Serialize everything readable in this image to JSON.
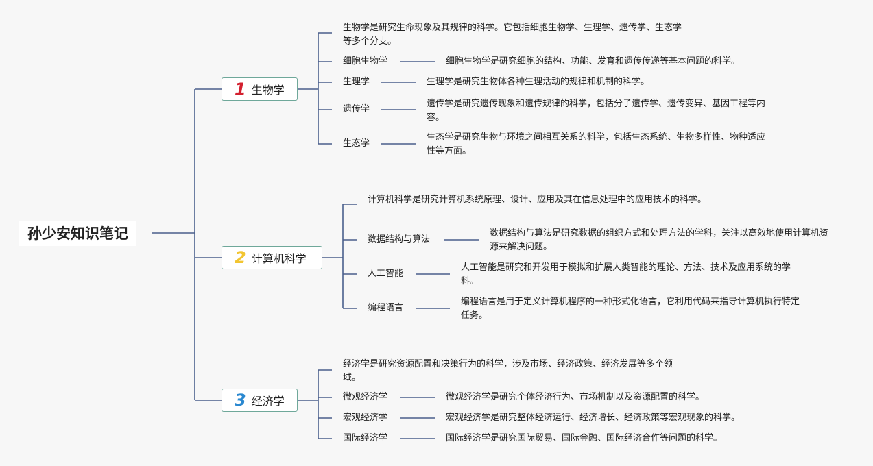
{
  "root": {
    "title": "孙少安知识笔记"
  },
  "colors": {
    "line": "#4a5f8c",
    "branch_border": "#6fa89a",
    "num_1": "#d3202f",
    "num_2": "#f2c531",
    "num_3": "#2a88d0"
  },
  "branches": [
    {
      "num": "1",
      "label": "生物学",
      "summary": "生物学是研究生命现象及其规律的科学。它包括细胞生物学、生理学、遗传学、生态学等多个分支。",
      "children": [
        {
          "label": "细胞生物学",
          "desc": "细胞生物学是研究细胞的结构、功能、发育和遗传传递等基本问题的科学。"
        },
        {
          "label": "生理学",
          "desc": "生理学是研究生物体各种生理活动的规律和机制的科学。"
        },
        {
          "label": "遗传学",
          "desc": "遗传学是研究遗传现象和遗传规律的科学，包括分子遗传学、遗传变异、基因工程等内容。"
        },
        {
          "label": "生态学",
          "desc": "生态学是研究生物与环境之间相互关系的科学，包括生态系统、生物多样性、物种适应性等方面。"
        }
      ]
    },
    {
      "num": "2",
      "label": "计算机科学",
      "summary": "计算机科学是研究计算机系统原理、设计、应用及其在信息处理中的应用技术的科学。",
      "children": [
        {
          "label": "数据结构与算法",
          "desc": "数据结构与算法是研究数据的组织方式和处理方法的学科，关注以高效地使用计算机资源来解决问题。"
        },
        {
          "label": "人工智能",
          "desc": "人工智能是研究和开发用于模拟和扩展人类智能的理论、方法、技术及应用系统的学科。"
        },
        {
          "label": "编程语言",
          "desc": "编程语言是用于定义计算机程序的一种形式化语言，它利用代码来指导计算机执行特定任务。"
        }
      ]
    },
    {
      "num": "3",
      "label": "经济学",
      "summary": "经济学是研究资源配置和决策行为的科学，涉及市场、经济政策、经济发展等多个领域。",
      "children": [
        {
          "label": "微观经济学",
          "desc": "微观经济学是研究个体经济行为、市场机制以及资源配置的科学。"
        },
        {
          "label": "宏观经济学",
          "desc": "宏观经济学是研究整体经济运行、经济增长、经济政策等宏观现象的科学。"
        },
        {
          "label": "国际经济学",
          "desc": "国际经济学是研究国际贸易、国际金融、国际经济合作等问题的科学。"
        }
      ]
    }
  ]
}
